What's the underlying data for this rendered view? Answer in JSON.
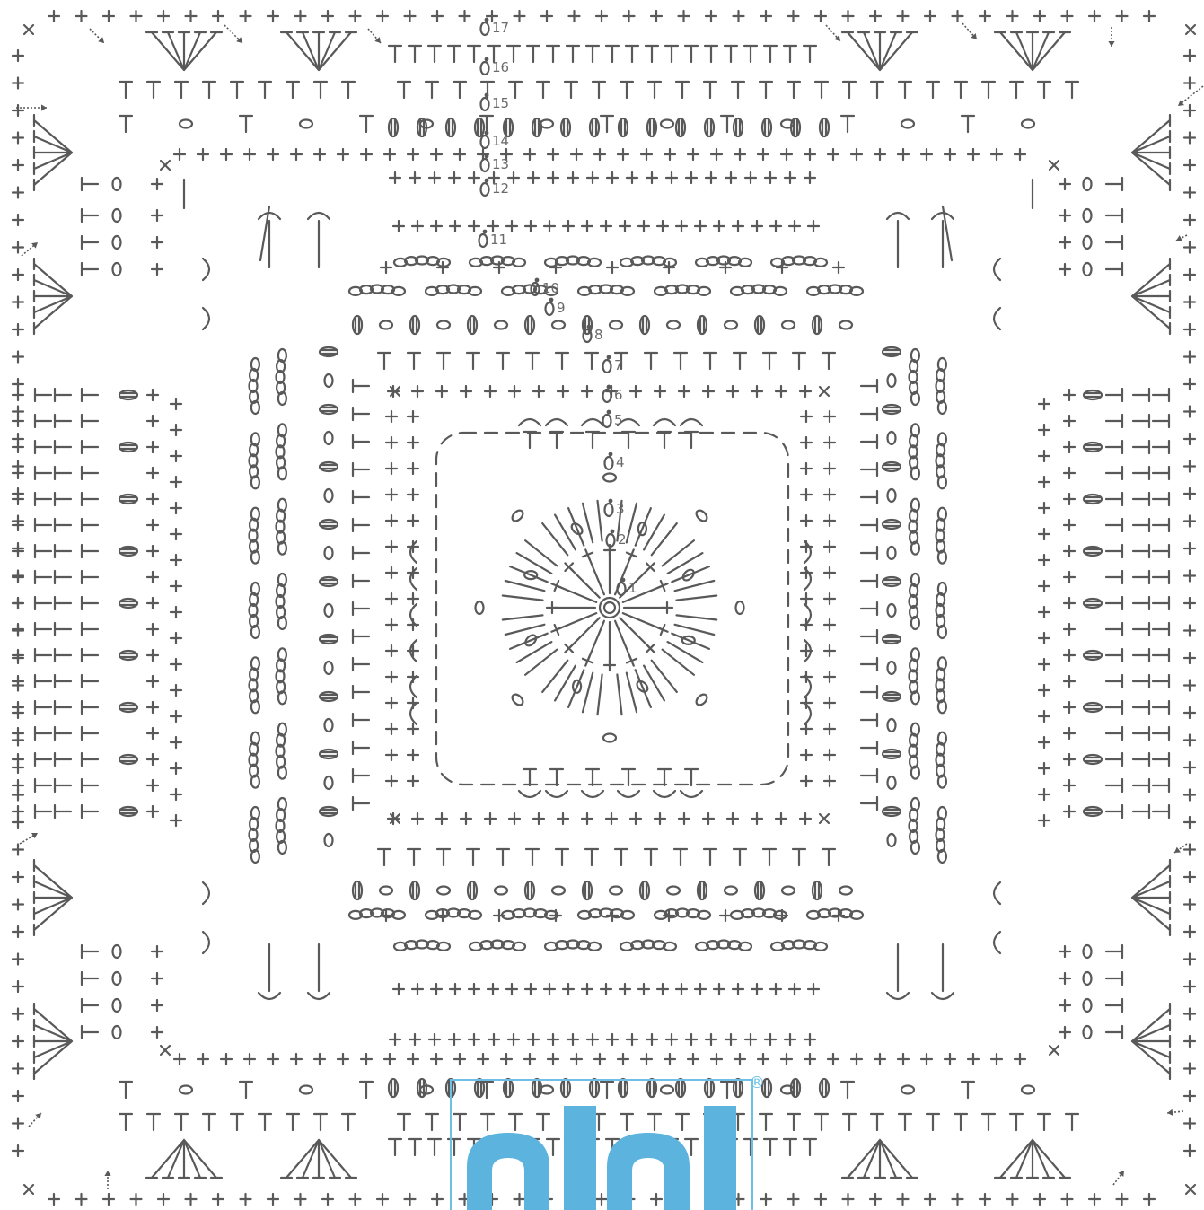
{
  "diagram": {
    "type": "crochet-chart",
    "stitch_color": "#595959",
    "label_color": "#6a6a6a",
    "row_labels": [
      "1",
      "2",
      "3",
      "4",
      "5",
      "6",
      "7",
      "8",
      "9",
      "10",
      "11",
      "12",
      "13",
      "14",
      "15",
      "16",
      "17"
    ],
    "center_symbol": "magic-ring",
    "stitch_symbols": [
      "single-crochet-plus",
      "half-double-crochet-T",
      "double-crochet-cross",
      "chain-oval",
      "slip-stitch-dot",
      "bobble-cluster",
      "crossed-stitch-x",
      "picot-arc"
    ]
  },
  "watermark": {
    "registered_mark": "®",
    "color": "#5bb3de"
  }
}
